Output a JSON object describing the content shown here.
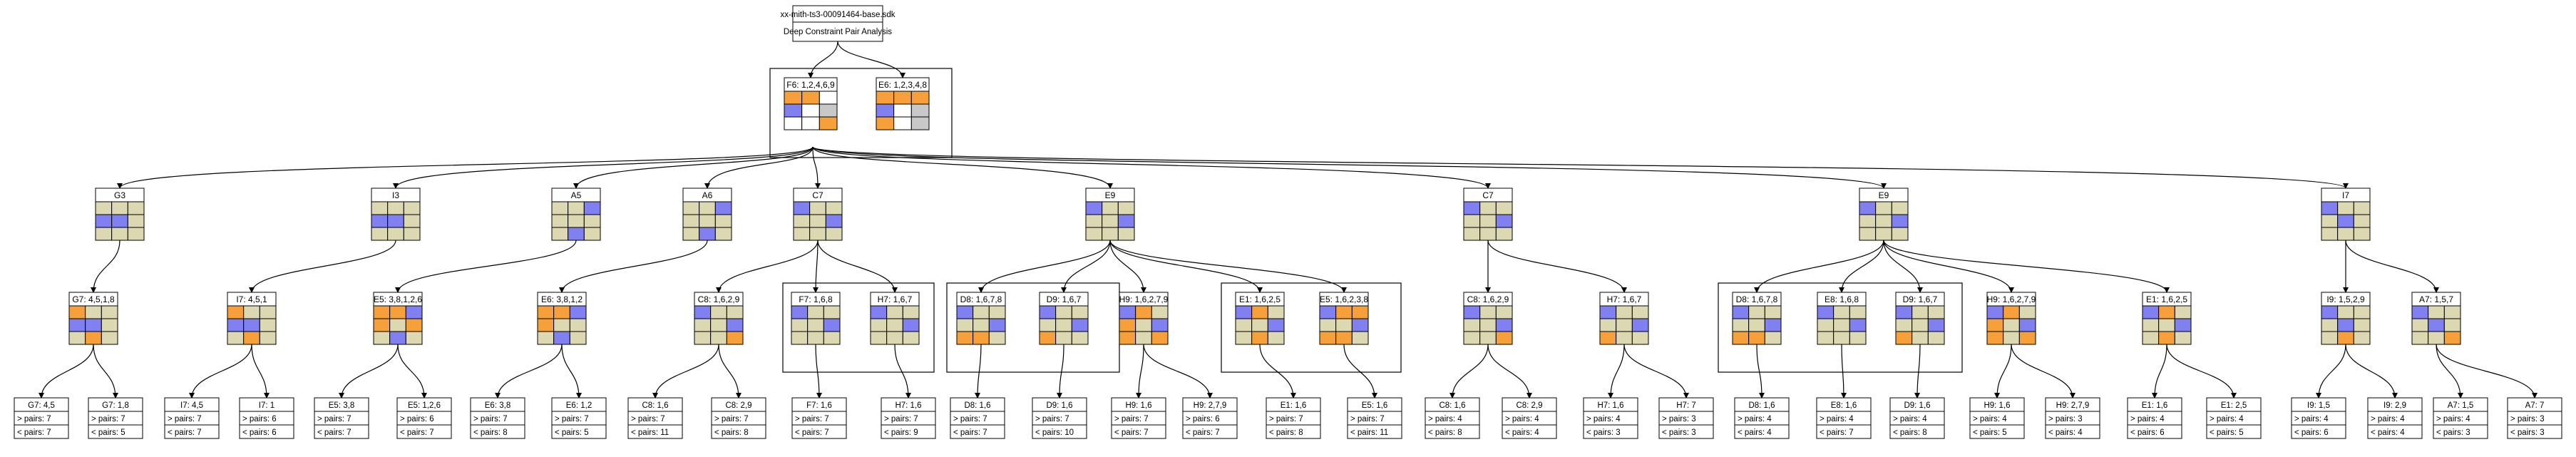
{
  "header": {
    "file": "xx-mith-ts3-00091464-base.sdk",
    "subtitle": "Deep Constraint Pair Analysis"
  },
  "colors": {
    "orange": "#f5a03a",
    "blue": "#8080f0",
    "khaki": "#dcd8b2",
    "gray": "#c8c8c8",
    "white": "#ffffff"
  },
  "roots": [
    {
      "id": "r1",
      "label": "F6: 1,2,4,6,9",
      "grid": [
        "OOW",
        "BWG",
        "WWO"
      ]
    },
    {
      "id": "r2",
      "label": "E6: 1,2,3,4,8",
      "grid": [
        "OOO",
        "BWG",
        "OWG"
      ]
    }
  ],
  "level1": [
    {
      "id": "g3",
      "label": "G3",
      "grid": [
        "KKK",
        "BBK",
        "KKK"
      ]
    },
    {
      "id": "i3",
      "label": "I3",
      "grid": [
        "KKK",
        "BBK",
        "KKK"
      ]
    },
    {
      "id": "a5",
      "label": "A5",
      "grid": [
        "KKB",
        "KKK",
        "KBK"
      ]
    },
    {
      "id": "a6",
      "label": "A6",
      "grid": [
        "KKB",
        "KKK",
        "KBK"
      ]
    },
    {
      "id": "c7",
      "label": "C7",
      "grid": [
        "BKK",
        "KKB",
        "KKK"
      ]
    },
    {
      "id": "e9a",
      "label": "E9",
      "grid": [
        "BKK",
        "KKB",
        "KKK"
      ]
    },
    {
      "id": "c7b",
      "label": "C7",
      "grid": [
        "BKK",
        "KKB",
        "KKK"
      ]
    },
    {
      "id": "e9b",
      "label": "E9",
      "grid": [
        "BKK",
        "KKB",
        "KKK"
      ]
    },
    {
      "id": "i7",
      "label": "I7",
      "grid": [
        "BKK",
        "KBK",
        "KKK"
      ]
    }
  ],
  "level2": [
    {
      "id": "g7",
      "label": "G7: 4,5,1,8",
      "grid": [
        "OKK",
        "BBK",
        "KOK"
      ]
    },
    {
      "id": "i7a",
      "label": "I7: 4,5,1",
      "grid": [
        "OKK",
        "BBK",
        "KOK"
      ]
    },
    {
      "id": "e5",
      "label": "E5: 3,8,1,2,6",
      "grid": [
        "OOB",
        "OKO",
        "KBK"
      ]
    },
    {
      "id": "e6",
      "label": "E6: 3,8,1,2",
      "grid": [
        "OOB",
        "OKK",
        "KBK"
      ]
    },
    {
      "id": "c8",
      "label": "C8: 1,6,2,9",
      "grid": [
        "BKK",
        "KKB",
        "KKO"
      ]
    },
    {
      "id": "f7",
      "label": "F7: 1,6,8",
      "grid": [
        "BKK",
        "KKB",
        "KKK"
      ]
    },
    {
      "id": "h7",
      "label": "H7: 1,6,7",
      "grid": [
        "BKK",
        "KKB",
        "KKK"
      ]
    },
    {
      "id": "d8",
      "label": "D8: 1,6,7,8",
      "grid": [
        "BKK",
        "KKB",
        "OOK"
      ]
    },
    {
      "id": "d9",
      "label": "D9: 1,6,7",
      "grid": [
        "BKK",
        "KKB",
        "OKK"
      ]
    },
    {
      "id": "h9",
      "label": "H9: 1,6,2,7,9",
      "grid": [
        "BOK",
        "OKB",
        "OKO"
      ]
    },
    {
      "id": "e1",
      "label": "E1: 1,6,2,5",
      "grid": [
        "BOK",
        "KKB",
        "KOK"
      ]
    },
    {
      "id": "e5b",
      "label": "E5: 1,6,2,3,8",
      "grid": [
        "BOO",
        "KKB",
        "OOK"
      ]
    },
    {
      "id": "c8b",
      "label": "C8: 1,6,2,9",
      "grid": [
        "BKK",
        "KKB",
        "KKO"
      ]
    },
    {
      "id": "h7b",
      "label": "H7: 1,6,7",
      "grid": [
        "BKK",
        "KKB",
        "OKK"
      ]
    },
    {
      "id": "d8b",
      "label": "D8: 1,6,7,8",
      "grid": [
        "BKK",
        "KKB",
        "OOK"
      ]
    },
    {
      "id": "e8",
      "label": "E8: 1,6,8",
      "grid": [
        "BKK",
        "KKB",
        "KKK"
      ]
    },
    {
      "id": "d9b",
      "label": "D9: 1,6,7",
      "grid": [
        "BKK",
        "KKB",
        "OKK"
      ]
    },
    {
      "id": "h9b",
      "label": "H9: 1,6,2,7,9",
      "grid": [
        "BOK",
        "OKB",
        "OKO"
      ]
    },
    {
      "id": "e1b",
      "label": "E1: 1,6,2,5",
      "grid": [
        "BOK",
        "KKB",
        "KOK"
      ]
    },
    {
      "id": "i9",
      "label": "I9: 1,5,2,9",
      "grid": [
        "BKK",
        "KBK",
        "KOK"
      ]
    },
    {
      "id": "a7",
      "label": "A7: 1,5,7",
      "grid": [
        "BKK",
        "KBK",
        "KKO"
      ]
    }
  ],
  "leaves": [
    {
      "id": "l1",
      "title": "G7: 4,5",
      "gt": "> pairs: 7",
      "lt": "< pairs: 7"
    },
    {
      "id": "l2",
      "title": "G7: 1,8",
      "gt": "> pairs: 7",
      "lt": "< pairs: 5"
    },
    {
      "id": "l3",
      "title": "I7: 4,5",
      "gt": "> pairs: 7",
      "lt": "< pairs: 7"
    },
    {
      "id": "l4",
      "title": "I7: 1",
      "gt": "> pairs: 6",
      "lt": "< pairs: 6"
    },
    {
      "id": "l5",
      "title": "E5: 3,8",
      "gt": "> pairs: 7",
      "lt": "< pairs: 7"
    },
    {
      "id": "l6",
      "title": "E5: 1,2,6",
      "gt": "> pairs: 6",
      "lt": "< pairs: 7"
    },
    {
      "id": "l7",
      "title": "E6: 3,8",
      "gt": "> pairs: 7",
      "lt": "< pairs: 8"
    },
    {
      "id": "l8",
      "title": "E6: 1,2",
      "gt": "> pairs: 7",
      "lt": "< pairs: 5"
    },
    {
      "id": "l9",
      "title": "C8: 1,6",
      "gt": "> pairs: 7",
      "lt": "< pairs: 11"
    },
    {
      "id": "l10",
      "title": "C8: 2,9",
      "gt": "> pairs: 7",
      "lt": "< pairs: 8"
    },
    {
      "id": "l11",
      "title": "F7: 1,6",
      "gt": "> pairs: 7",
      "lt": "< pairs: 7"
    },
    {
      "id": "l12",
      "title": "H7: 1,6",
      "gt": "> pairs: 7",
      "lt": "< pairs: 9"
    },
    {
      "id": "l13",
      "title": "D8: 1,6",
      "gt": "> pairs: 7",
      "lt": "< pairs: 7"
    },
    {
      "id": "l14",
      "title": "D9: 1,6",
      "gt": "> pairs: 7",
      "lt": "< pairs: 10"
    },
    {
      "id": "l15",
      "title": "H9: 1,6",
      "gt": "> pairs: 7",
      "lt": "< pairs: 7"
    },
    {
      "id": "l16",
      "title": "H9: 2,7,9",
      "gt": "> pairs: 6",
      "lt": "< pairs: 7"
    },
    {
      "id": "l17",
      "title": "E1: 1,6",
      "gt": "> pairs: 7",
      "lt": "< pairs: 8"
    },
    {
      "id": "l18",
      "title": "E5: 1,6",
      "gt": "> pairs: 7",
      "lt": "< pairs: 11"
    },
    {
      "id": "l19",
      "title": "C8: 1,6",
      "gt": "> pairs: 4",
      "lt": "< pairs: 8"
    },
    {
      "id": "l20",
      "title": "C8: 2,9",
      "gt": "> pairs: 4",
      "lt": "< pairs: 4"
    },
    {
      "id": "l21",
      "title": "H7: 1,6",
      "gt": "> pairs: 4",
      "lt": "< pairs: 3"
    },
    {
      "id": "l22",
      "title": "H7: 7",
      "gt": "> pairs: 3",
      "lt": "< pairs: 3"
    },
    {
      "id": "l23",
      "title": "D8: 1,6",
      "gt": "> pairs: 4",
      "lt": "< pairs: 4"
    },
    {
      "id": "l24",
      "title": "E8: 1,6",
      "gt": "> pairs: 4",
      "lt": "< pairs: 7"
    },
    {
      "id": "l25",
      "title": "D9: 1,6",
      "gt": "> pairs: 4",
      "lt": "< pairs: 8"
    },
    {
      "id": "l26",
      "title": "H9: 1,6",
      "gt": "> pairs: 4",
      "lt": "< pairs: 5"
    },
    {
      "id": "l27",
      "title": "H9: 2,7,9",
      "gt": "> pairs: 3",
      "lt": "< pairs: 4"
    },
    {
      "id": "l28",
      "title": "E1: 1,6",
      "gt": "> pairs: 4",
      "lt": "< pairs: 6"
    },
    {
      "id": "l29",
      "title": "E1: 2,5",
      "gt": "> pairs: 4",
      "lt": "< pairs: 5"
    },
    {
      "id": "l30",
      "title": "I9: 1,5",
      "gt": "> pairs: 4",
      "lt": "< pairs: 6"
    },
    {
      "id": "l31",
      "title": "I9: 2,9",
      "gt": "> pairs: 4",
      "lt": "< pairs: 4"
    },
    {
      "id": "l32",
      "title": "A7: 1,5",
      "gt": "> pairs: 4",
      "lt": "< pairs: 3"
    },
    {
      "id": "l33",
      "title": "A7: 7",
      "gt": "> pairs: 3",
      "lt": "< pairs: 3"
    }
  ],
  "edges": [
    [
      "header",
      "r1"
    ],
    [
      "header",
      "r2"
    ],
    [
      "root-cluster",
      "g3"
    ],
    [
      "root-cluster",
      "i3"
    ],
    [
      "root-cluster",
      "a5"
    ],
    [
      "root-cluster",
      "a6"
    ],
    [
      "root-cluster",
      "c7"
    ],
    [
      "root-cluster",
      "e9a"
    ],
    [
      "root-cluster",
      "c7b"
    ],
    [
      "root-cluster",
      "e9b"
    ],
    [
      "root-cluster",
      "i7"
    ],
    [
      "g3",
      "g7"
    ],
    [
      "i3",
      "i7a"
    ],
    [
      "a5",
      "e5"
    ],
    [
      "a6",
      "e6"
    ],
    [
      "c7",
      "c8"
    ],
    [
      "c7",
      "f7"
    ],
    [
      "c7",
      "h7"
    ],
    [
      "e9a",
      "d8"
    ],
    [
      "e9a",
      "d9"
    ],
    [
      "e9a",
      "h9"
    ],
    [
      "e9a",
      "e1"
    ],
    [
      "e9a",
      "e5b"
    ],
    [
      "c7b",
      "c8b"
    ],
    [
      "c7b",
      "h7b"
    ],
    [
      "e9b",
      "d8b"
    ],
    [
      "e9b",
      "e8"
    ],
    [
      "e9b",
      "d9b"
    ],
    [
      "e9b",
      "h9b"
    ],
    [
      "e9b",
      "e1b"
    ],
    [
      "i7",
      "i9"
    ],
    [
      "i7",
      "a7"
    ],
    [
      "g7",
      "l1"
    ],
    [
      "g7",
      "l2"
    ],
    [
      "i7a",
      "l3"
    ],
    [
      "i7a",
      "l4"
    ],
    [
      "e5",
      "l5"
    ],
    [
      "e5",
      "l6"
    ],
    [
      "e6",
      "l7"
    ],
    [
      "e6",
      "l8"
    ],
    [
      "c8",
      "l9"
    ],
    [
      "c8",
      "l10"
    ],
    [
      "f7",
      "l11"
    ],
    [
      "h7",
      "l12"
    ],
    [
      "d8",
      "l13"
    ],
    [
      "d9",
      "l14"
    ],
    [
      "h9",
      "l15"
    ],
    [
      "h9",
      "l16"
    ],
    [
      "e1",
      "l17"
    ],
    [
      "e5b",
      "l18"
    ],
    [
      "c8b",
      "l19"
    ],
    [
      "c8b",
      "l20"
    ],
    [
      "h7b",
      "l21"
    ],
    [
      "h7b",
      "l22"
    ],
    [
      "d8b",
      "l23"
    ],
    [
      "e8",
      "l24"
    ],
    [
      "d9b",
      "l25"
    ],
    [
      "h9b",
      "l26"
    ],
    [
      "h9b",
      "l27"
    ],
    [
      "e1b",
      "l28"
    ],
    [
      "e1b",
      "l29"
    ],
    [
      "i9",
      "l30"
    ],
    [
      "i9",
      "l31"
    ],
    [
      "a7",
      "l32"
    ],
    [
      "a7",
      "l33"
    ]
  ]
}
